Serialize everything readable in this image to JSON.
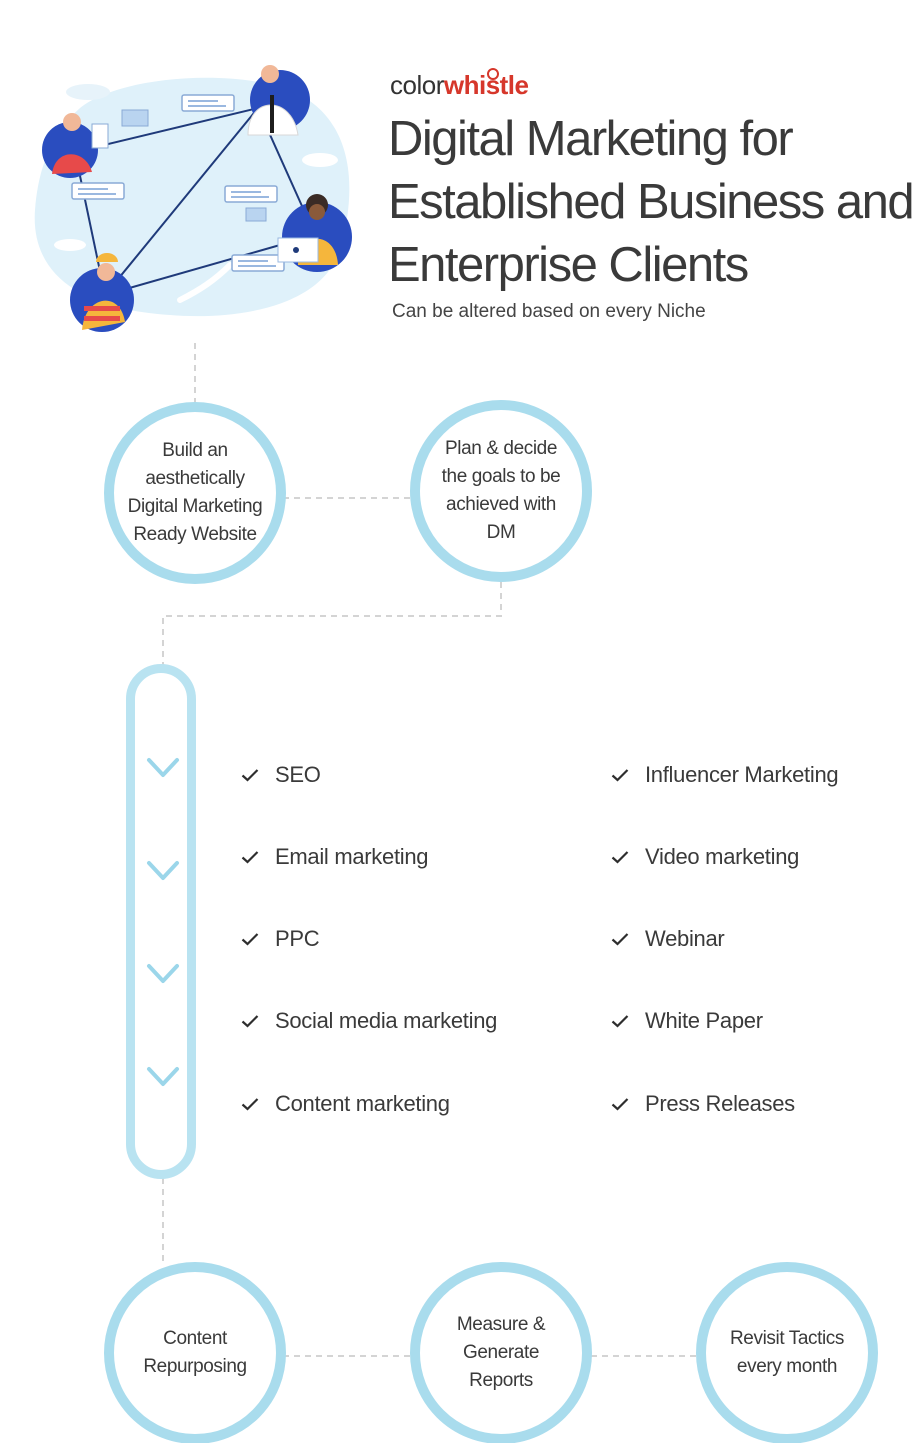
{
  "brand": {
    "part1": "color",
    "part2": "whistle"
  },
  "title": {
    "line1": "Digital Marketing for",
    "line2": "Established Business and",
    "line3": "Enterprise Clients"
  },
  "subtitle": "Can be altered based on every Niche",
  "steps_top": [
    {
      "label": "Build an aesthetically Digital Marketing Ready Website"
    },
    {
      "label": "Plan & decide the goals to be achieved with DM"
    }
  ],
  "channels_left": [
    "SEO",
    "Email marketing",
    "PPC",
    "Social media marketing",
    "Content marketing"
  ],
  "channels_right": [
    "Influencer Marketing",
    "Video marketing",
    "Webinar",
    "White Paper",
    "Press Releases"
  ],
  "steps_bottom": [
    {
      "label": "Content Repurposing"
    },
    {
      "label": "Measure & Generate Reports"
    },
    {
      "label": "Revisit Tactics every month"
    }
  ],
  "colors": {
    "circle_border": "#a9dced",
    "brand_red": "#d6372b",
    "illustration_bg": "#dff1fa",
    "avatar_blue": "#2a4dbf"
  }
}
